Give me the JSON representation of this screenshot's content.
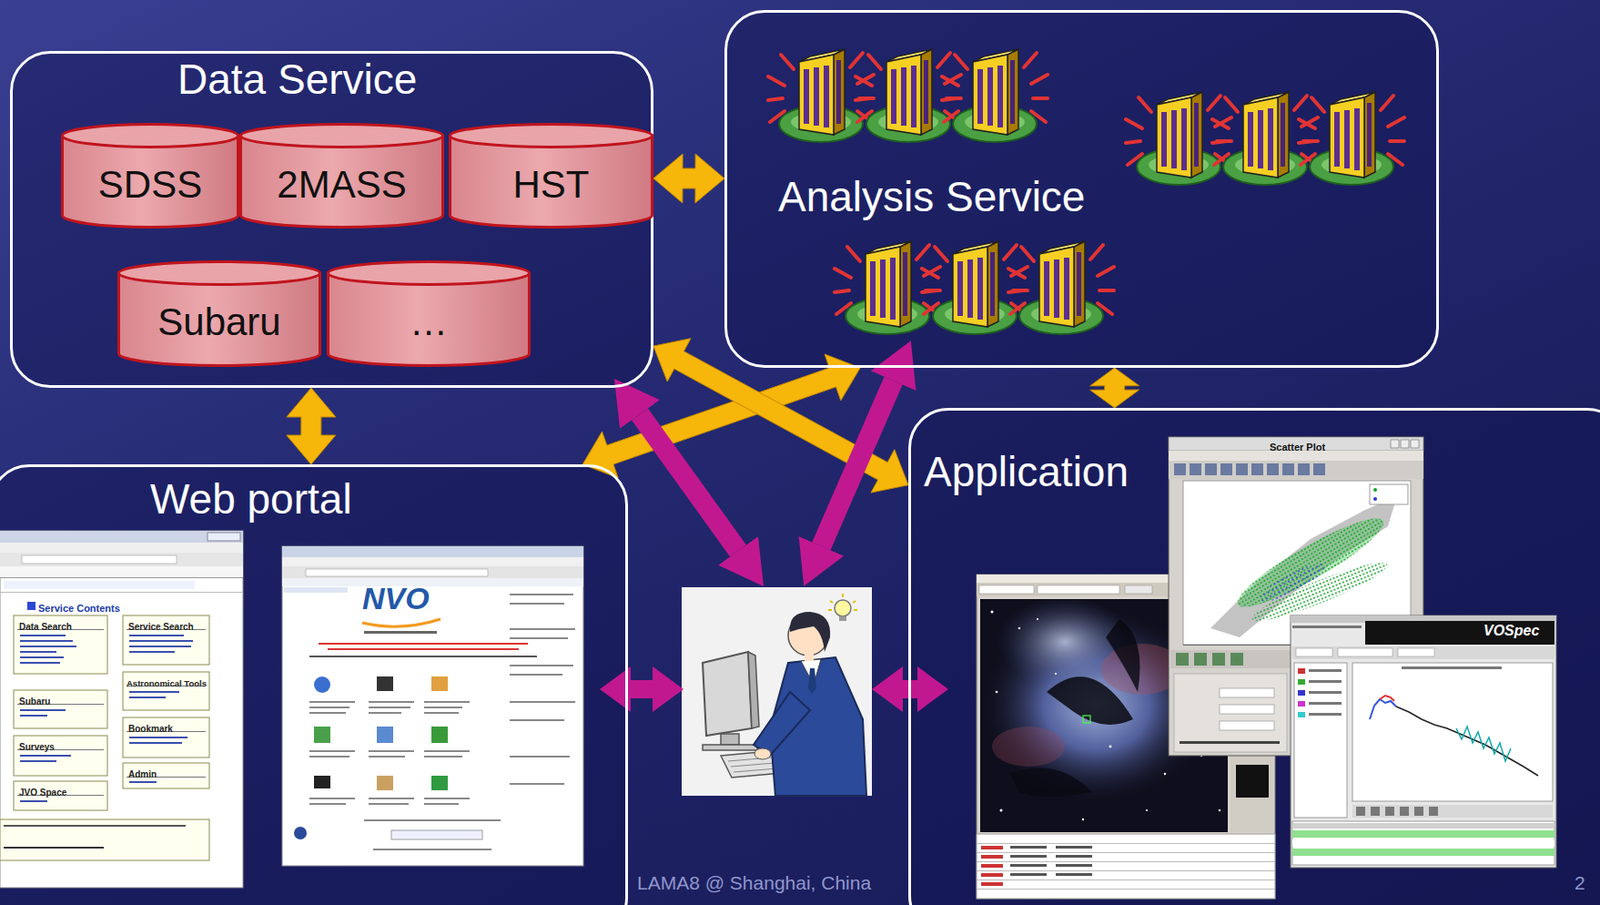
{
  "diagram": {
    "nodes": [
      {
        "text": [
          "Data Service"
        ]
      },
      {
        "text": [
          "SDSS"
        ],
        "in": 0
      },
      {
        "text": [
          "2MASS"
        ],
        "in": 0
      },
      {
        "text": [
          "HST"
        ],
        "in": 0
      },
      {
        "text": [
          "Subaru"
        ],
        "in": 0
      },
      {
        "text": [
          "…"
        ],
        "in": 0
      },
      {
        "text": [
          "Analysis Service"
        ]
      },
      {
        "text": [
          "Web portal"
        ]
      },
      {
        "text": [
          "Application"
        ]
      }
    ],
    "edges": [
      {
        "from": 0,
        "to": 6,
        "arrow": "both"
      },
      {
        "from": 0,
        "to": 7,
        "arrow": "both"
      },
      {
        "from": 6,
        "to": 8,
        "arrow": "both"
      },
      {
        "from": 7,
        "to": 6,
        "arrow": "both"
      },
      {
        "from": 0,
        "to": 8,
        "arrow": "both"
      }
    ],
    "labels": [
      "NVO",
      "Service Contents",
      "Data Search",
      "Service Search",
      "Astronomical Tools",
      "Subaru",
      "Bookmark",
      "Surveys",
      "Admin",
      "JVO Space",
      "Scatter Plot",
      "VOSpec",
      "LAMA8 @ Shanghai, China",
      "2"
    ]
  }
}
